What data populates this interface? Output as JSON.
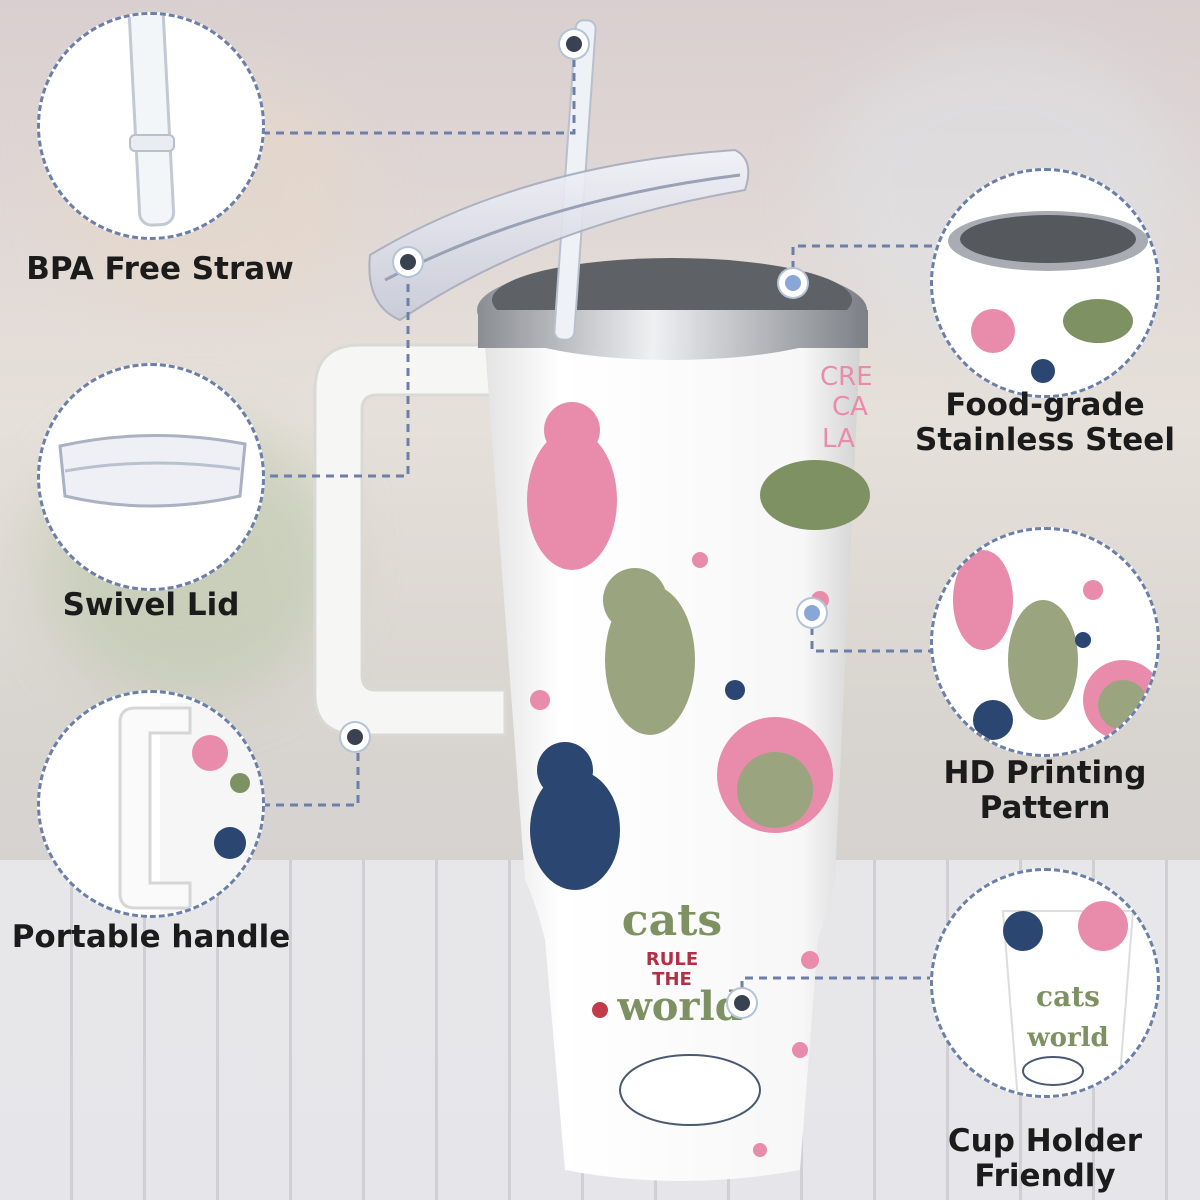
{
  "features": {
    "straw": "BPA Free Straw",
    "lid": "Swivel Lid",
    "handle": "Portable handle",
    "steel": "Food-grade\nStainless Steel",
    "printing": "HD Printing\nPattern",
    "cupholder": "Cup Holder\nFriendly"
  },
  "tumbler_print": {
    "slogan_top": "cats",
    "slogan_mid1": "RULE",
    "slogan_mid2": "THE",
    "slogan_bottom": "world",
    "side_text1": "CRE",
    "side_text2": "CA",
    "side_text3": "LA"
  },
  "colors": {
    "accent_line": "#6c7fa8",
    "pink": "#e98bab",
    "olive": "#7e9163",
    "navy": "#2b4670"
  }
}
